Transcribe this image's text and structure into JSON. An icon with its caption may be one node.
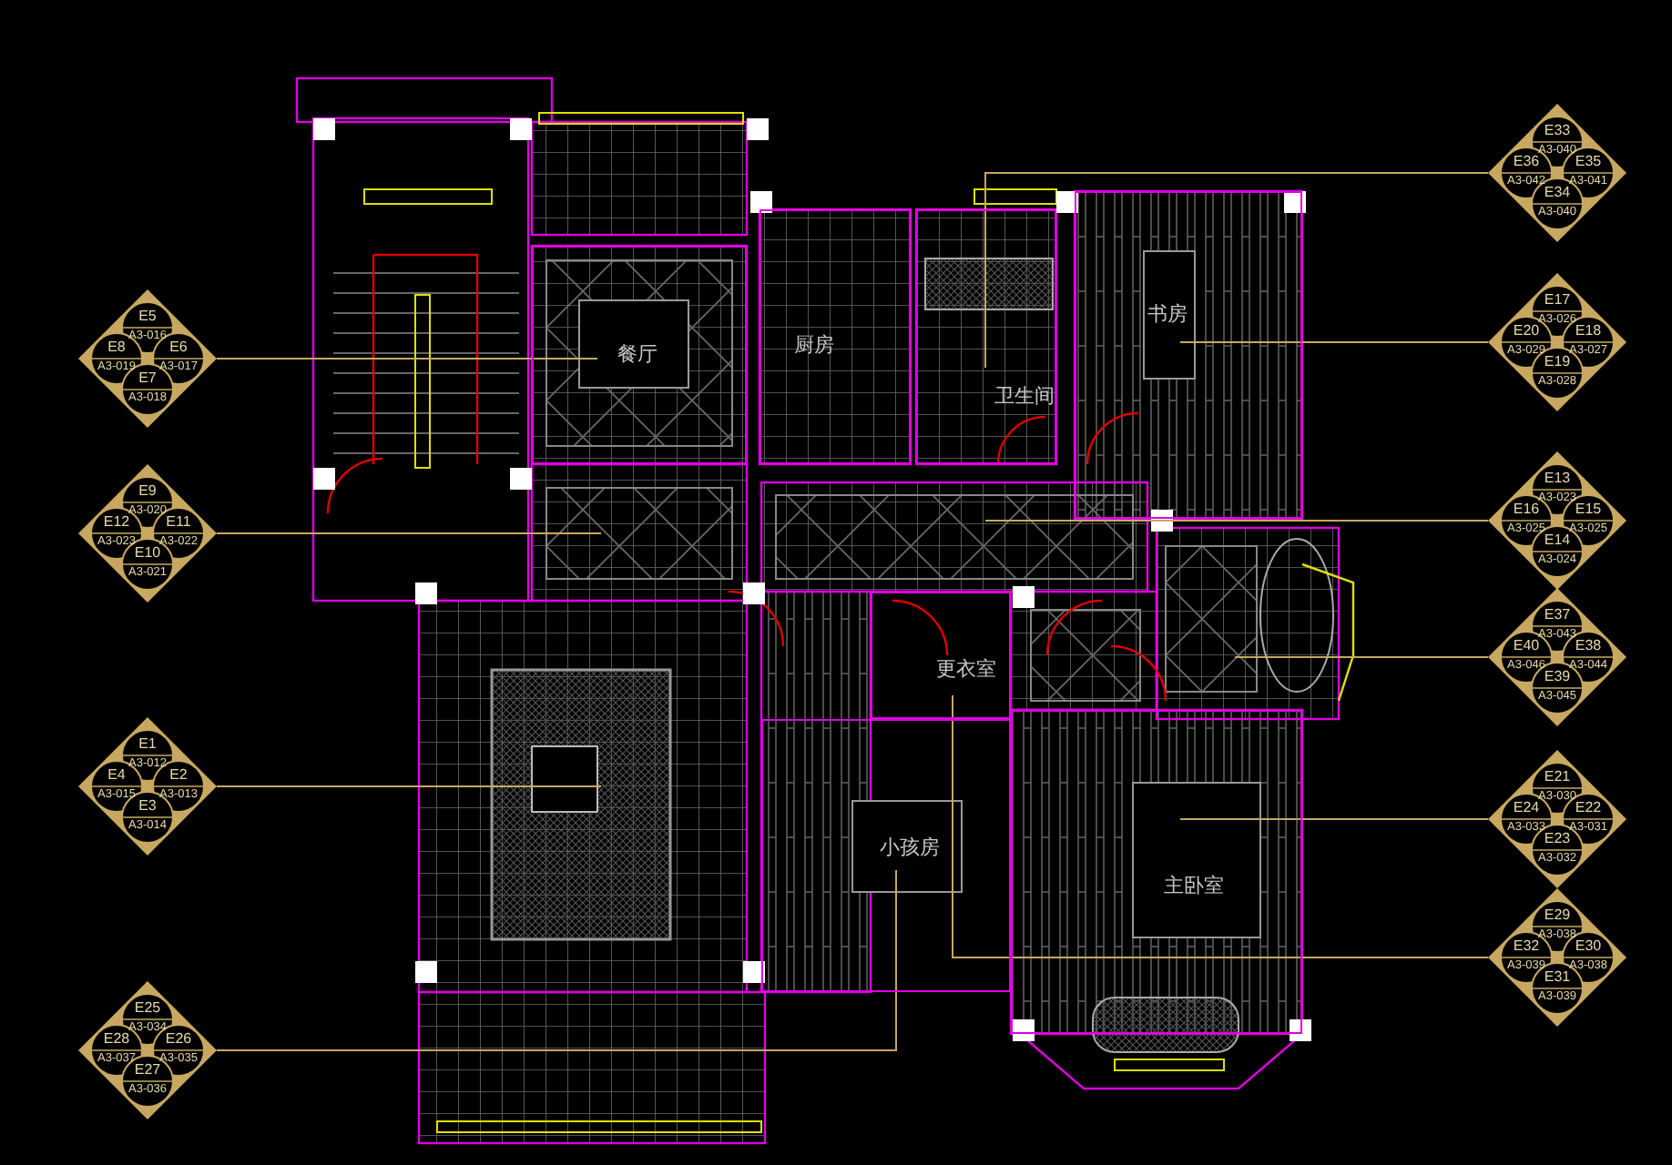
{
  "diagram": {
    "nodes": [
      {
        "text": [
          "E5",
          "A3-016",
          "E8",
          "A3-019",
          "E6",
          "A3-017",
          "E7",
          "A3-018"
        ]
      },
      {
        "text": [
          "E9",
          "A3-020",
          "E12",
          "A3-023",
          "E11",
          "A3-022",
          "E10",
          "A3-021"
        ]
      },
      {
        "text": [
          "E1",
          "A3-012",
          "E4",
          "A3-015",
          "E2",
          "A3-013",
          "E3",
          "A3-014"
        ]
      },
      {
        "text": [
          "E25",
          "A3-034",
          "E28",
          "A3-037",
          "E26",
          "A3-035",
          "E27",
          "A3-036"
        ]
      },
      {
        "text": [
          "E33",
          "A3-040",
          "E36",
          "A3-042",
          "E35",
          "A3-041",
          "E34",
          "A3-040"
        ]
      },
      {
        "text": [
          "E17",
          "A3-026",
          "E20",
          "A3-029",
          "E18",
          "A3-027",
          "E19",
          "A3-028"
        ]
      },
      {
        "text": [
          "E13",
          "A3-023",
          "E16",
          "A3-025",
          "E15",
          "A3-025",
          "E14",
          "A3-024"
        ]
      },
      {
        "text": [
          "E37",
          "A3-043",
          "E40",
          "A3-046",
          "E38",
          "A3-044",
          "E39",
          "A3-045"
        ]
      },
      {
        "text": [
          "E21",
          "A3-030",
          "E24",
          "A3-033",
          "E22",
          "A3-031",
          "E23",
          "A3-032"
        ]
      },
      {
        "text": [
          "E29",
          "A3-038",
          "E32",
          "A3-039",
          "E30",
          "A3-038",
          "E31",
          "A3-039"
        ]
      },
      {
        "text": [
          "餐厅"
        ]
      },
      {
        "text": [
          "厨房"
        ]
      },
      {
        "text": [
          "卫生间"
        ]
      },
      {
        "text": [
          "书房"
        ]
      },
      {
        "text": [
          "更衣室"
        ]
      },
      {
        "text": [
          "小孩房"
        ]
      },
      {
        "text": [
          "主卧室"
        ]
      }
    ],
    "edges": [
      {
        "from": 0,
        "to": 10,
        "arrow": "none"
      },
      {
        "from": 1,
        "to": null,
        "arrow": "none"
      },
      {
        "from": 2,
        "to": null,
        "arrow": "none"
      },
      {
        "from": 3,
        "to": 15,
        "arrow": "none"
      },
      {
        "from": 4,
        "to": 12,
        "arrow": "none"
      },
      {
        "from": 5,
        "to": 13,
        "arrow": "none"
      },
      {
        "from": 6,
        "to": null,
        "arrow": "none"
      },
      {
        "from": 7,
        "to": null,
        "arrow": "none"
      },
      {
        "from": 8,
        "to": 16,
        "arrow": "none"
      },
      {
        "from": 9,
        "to": 14,
        "arrow": "none"
      }
    ]
  }
}
